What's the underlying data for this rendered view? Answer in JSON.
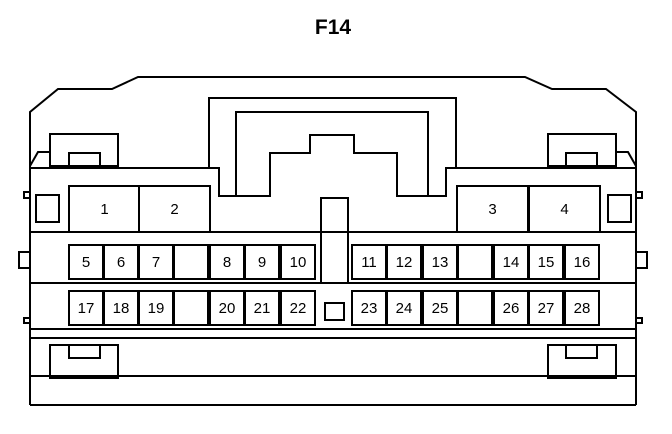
{
  "connector": {
    "title": "F14",
    "large_pins": [
      "1",
      "2",
      "3",
      "4"
    ],
    "row1_pins": [
      "5",
      "6",
      "7",
      "",
      "8",
      "9",
      "10",
      "11",
      "12",
      "13",
      "",
      "14",
      "15",
      "16"
    ],
    "row2_pins": [
      "17",
      "18",
      "19",
      "",
      "20",
      "21",
      "22",
      "23",
      "24",
      "25",
      "",
      "26",
      "27",
      "28"
    ]
  }
}
